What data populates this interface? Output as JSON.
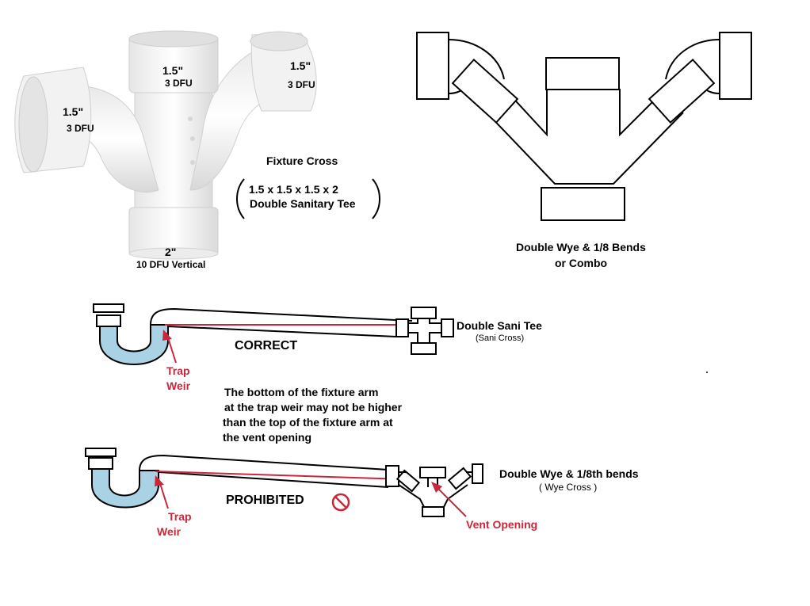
{
  "fixture_cross": {
    "top_size": "1.5\"",
    "top_dfu": "3 DFU",
    "left_size": "1.5\"",
    "left_dfu": "3 DFU",
    "right_size": "1.5\"",
    "right_dfu": "3 DFU",
    "bottom_size": "2\"",
    "bottom_dfu": "10 DFU  Vertical",
    "title": "Fixture Cross",
    "spec_line1": "1.5 x 1.5 x 1.5 x 2",
    "spec_line2": "Double Sanitary Tee"
  },
  "double_wye": {
    "label_line1": "Double Wye & 1/8 Bends",
    "label_line2": "or Combo"
  },
  "correct_example": {
    "status": "CORRECT",
    "fitting_name": "Double Sani Tee",
    "fitting_alt": "(Sani Cross)",
    "trap_label_1": "Trap",
    "trap_label_2": "Weir"
  },
  "rule_text": [
    "The bottom of the fixture arm",
    "at the trap weir may not be higher",
    "than the top of the fixture arm at",
    "the vent opening"
  ],
  "prohibited_example": {
    "status": "PROHIBITED",
    "fitting_name": "Double Wye & 1/8th bends",
    "fitting_alt": "( Wye Cross )",
    "trap_label_1": "Trap",
    "trap_label_2": "Weir",
    "vent_label": "Vent Opening",
    "prohibited_icon": "prohibited-icon"
  },
  "colors": {
    "pipe_white": "#f4f4f4",
    "water_blue": "#a9d3e4",
    "accent_red": "#c8283a",
    "outline": "#000000"
  }
}
